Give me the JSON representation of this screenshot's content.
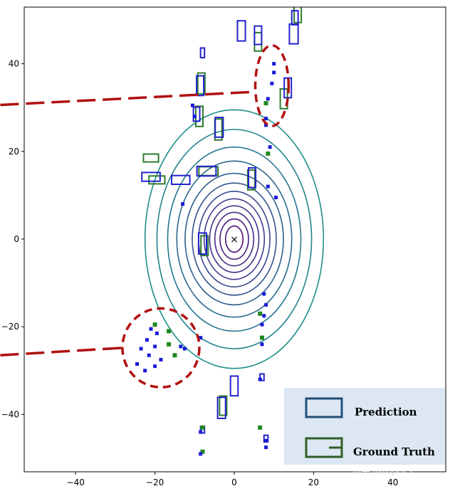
{
  "chart_data": {
    "type": "scatter",
    "title": "",
    "xlabel": "",
    "ylabel": "",
    "xlim": [
      -53,
      53
    ],
    "ylim": [
      -53,
      53
    ],
    "xticks": [
      -40,
      -20,
      0,
      20,
      40
    ],
    "yticks": [
      40,
      20,
      0,
      -20,
      -40
    ],
    "grid": false,
    "legend_position": "bottom-right",
    "ego_marker": "×",
    "legend": [
      {
        "label": "Prediction",
        "color": "#1f4e79"
      },
      {
        "label": "Ground Truth",
        "color": "#2e5e24"
      }
    ],
    "watermark": "知乎 @robot L",
    "colors": {
      "prediction": "#1a1ad8",
      "ground_truth": "#1f8a1f",
      "highlight": "#b01010",
      "legend_bg": "#dce7f3"
    },
    "rings": [
      {
        "rx": 2.2,
        "ry": 3.0,
        "color": "#4b0f70"
      },
      {
        "rx": 3.6,
        "ry": 4.6,
        "color": "#481b7a"
      },
      {
        "rx": 4.9,
        "ry": 6.1,
        "color": "#462883"
      },
      {
        "rx": 6.2,
        "ry": 7.6,
        "color": "#433389"
      },
      {
        "rx": 7.6,
        "ry": 9.2,
        "color": "#3e3e8d"
      },
      {
        "rx": 9.0,
        "ry": 10.9,
        "color": "#39488e"
      },
      {
        "rx": 10.6,
        "ry": 12.8,
        "color": "#34548e"
      },
      {
        "rx": 12.4,
        "ry": 15.0,
        "color": "#2f5f8e"
      },
      {
        "rx": 14.5,
        "ry": 17.8,
        "color": "#2a6a8e"
      },
      {
        "rx": 16.8,
        "ry": 21.0,
        "color": "#26768e"
      },
      {
        "rx": 19.5,
        "ry": 25.0,
        "color": "#22828d"
      },
      {
        "rx": 22.5,
        "ry": 29.5,
        "color": "#1f8f89"
      }
    ],
    "prediction_boxes": [
      {
        "x": 1.8,
        "y": 47.5,
        "w": 2.0,
        "h": 4.6
      },
      {
        "x": 6.0,
        "y": 46.5,
        "w": 1.8,
        "h": 4.2
      },
      {
        "x": 15.0,
        "y": 46.8,
        "w": 2.2,
        "h": 4.5
      },
      {
        "x": 15.3,
        "y": 50.5,
        "w": 1.6,
        "h": 3.2
      },
      {
        "x": -8.0,
        "y": 42.5,
        "w": 1.0,
        "h": 2.2
      },
      {
        "x": -8.6,
        "y": 35.0,
        "w": 1.8,
        "h": 4.5
      },
      {
        "x": 13.5,
        "y": 34.5,
        "w": 1.8,
        "h": 4.5
      },
      {
        "x": -9.5,
        "y": 28.5,
        "w": 1.6,
        "h": 3.2
      },
      {
        "x": -3.8,
        "y": 25.5,
        "w": 2.0,
        "h": 4.5
      },
      {
        "x": 4.5,
        "y": 14.0,
        "w": 1.8,
        "h": 4.5
      },
      {
        "x": -21.0,
        "y": 14.2,
        "w": 4.6,
        "h": 2.0
      },
      {
        "x": -7.0,
        "y": 15.5,
        "w": 4.8,
        "h": 2.2
      },
      {
        "x": -13.5,
        "y": 13.5,
        "w": 4.6,
        "h": 2.0
      },
      {
        "x": -8.0,
        "y": -1.0,
        "w": 2.0,
        "h": 4.8
      },
      {
        "x": 0.0,
        "y": -33.5,
        "w": 1.9,
        "h": 4.5
      },
      {
        "x": -3.2,
        "y": -38.5,
        "w": 2.0,
        "h": 4.8
      },
      {
        "x": 7.0,
        "y": -31.5,
        "w": 1.0,
        "h": 1.5
      },
      {
        "x": -8.0,
        "y": -43.5,
        "w": 1.0,
        "h": 1.5
      },
      {
        "x": 8.0,
        "y": -45.5,
        "w": 1.0,
        "h": 1.5
      }
    ],
    "ground_truth_boxes": [
      {
        "x": 16.0,
        "y": 51.5,
        "w": 1.8,
        "h": 4.2
      },
      {
        "x": 6.0,
        "y": 45.0,
        "w": 1.8,
        "h": 4.2
      },
      {
        "x": -8.3,
        "y": 35.5,
        "w": 1.8,
        "h": 4.8
      },
      {
        "x": 12.5,
        "y": 32.0,
        "w": 1.8,
        "h": 4.5
      },
      {
        "x": -8.8,
        "y": 28.0,
        "w": 1.8,
        "h": 4.6
      },
      {
        "x": -4.0,
        "y": 25.0,
        "w": 1.8,
        "h": 4.8
      },
      {
        "x": -21.0,
        "y": 18.5,
        "w": 3.8,
        "h": 1.8
      },
      {
        "x": -19.5,
        "y": 13.5,
        "w": 4.0,
        "h": 1.8
      },
      {
        "x": -6.5,
        "y": 15.5,
        "w": 4.8,
        "h": 2.0
      },
      {
        "x": 4.3,
        "y": 13.5,
        "w": 1.8,
        "h": 4.5
      },
      {
        "x": -7.5,
        "y": -1.5,
        "w": 1.8,
        "h": 4.5
      },
      {
        "x": -2.8,
        "y": -38.0,
        "w": 1.8,
        "h": 4.4
      }
    ],
    "ground_truth_markers": [
      {
        "x": 8.5,
        "y": 19.5
      },
      {
        "x": 8.0,
        "y": 31.0
      },
      {
        "x": -20.0,
        "y": -19.5
      },
      {
        "x": -16.5,
        "y": -21.0
      },
      {
        "x": -15.0,
        "y": -26.5
      },
      {
        "x": -16.5,
        "y": -24.0
      },
      {
        "x": 6.5,
        "y": -17.0
      },
      {
        "x": 7.0,
        "y": -22.5
      },
      {
        "x": 6.5,
        "y": -43.0
      },
      {
        "x": -8.0,
        "y": -43.0
      },
      {
        "x": -8.0,
        "y": -48.5
      }
    ],
    "prediction_markers": [
      {
        "x": 10.0,
        "y": 40.0
      },
      {
        "x": 10.0,
        "y": 38.0
      },
      {
        "x": 9.5,
        "y": 35.5
      },
      {
        "x": 8.5,
        "y": 32.0
      },
      {
        "x": 8.0,
        "y": 27.5
      },
      {
        "x": 8.0,
        "y": 26.0
      },
      {
        "x": 9.0,
        "y": 21.0
      },
      {
        "x": 8.5,
        "y": 12.0
      },
      {
        "x": -10.5,
        "y": 30.5
      },
      {
        "x": -10.0,
        "y": 28.0
      },
      {
        "x": -13.0,
        "y": 8.0
      },
      {
        "x": 10.5,
        "y": 9.5
      },
      {
        "x": 7.5,
        "y": -12.5
      },
      {
        "x": 8.0,
        "y": -15.0
      },
      {
        "x": 7.5,
        "y": -17.5
      },
      {
        "x": 7.0,
        "y": -19.5
      },
      {
        "x": 7.0,
        "y": -24.0
      },
      {
        "x": -21.0,
        "y": -20.5
      },
      {
        "x": -19.5,
        "y": -21.5
      },
      {
        "x": -22.0,
        "y": -23.0
      },
      {
        "x": -20.0,
        "y": -24.5
      },
      {
        "x": -23.5,
        "y": -25.0
      },
      {
        "x": -21.5,
        "y": -26.5
      },
      {
        "x": -18.5,
        "y": -27.5
      },
      {
        "x": -20.0,
        "y": -29.0
      },
      {
        "x": -24.5,
        "y": -28.5
      },
      {
        "x": -22.5,
        "y": -30.0
      },
      {
        "x": -12.5,
        "y": -25.0
      },
      {
        "x": -8.5,
        "y": -22.5
      },
      {
        "x": -13.5,
        "y": -24.5
      },
      {
        "x": 6.5,
        "y": -32.0
      },
      {
        "x": 8.0,
        "y": -46.0
      },
      {
        "x": 8.0,
        "y": -47.5
      },
      {
        "x": -8.5,
        "y": -44.0
      },
      {
        "x": -8.5,
        "y": -49.0
      }
    ],
    "highlight_regions": [
      {
        "cx": 9.5,
        "cy": 35.0,
        "rx": 4.2,
        "ry": 9.2
      },
      {
        "cx": -18.5,
        "cy": -24.8,
        "rx": 9.7,
        "ry": 9.0
      }
    ],
    "highlight_lines": [
      [
        {
          "x": -59,
          "y": 30.6
        },
        {
          "x": 5.2,
          "y": 33.6
        }
      ],
      [
        {
          "x": -59,
          "y": -26.5
        },
        {
          "x": -28.0,
          "y": -24.8
        }
      ]
    ]
  }
}
